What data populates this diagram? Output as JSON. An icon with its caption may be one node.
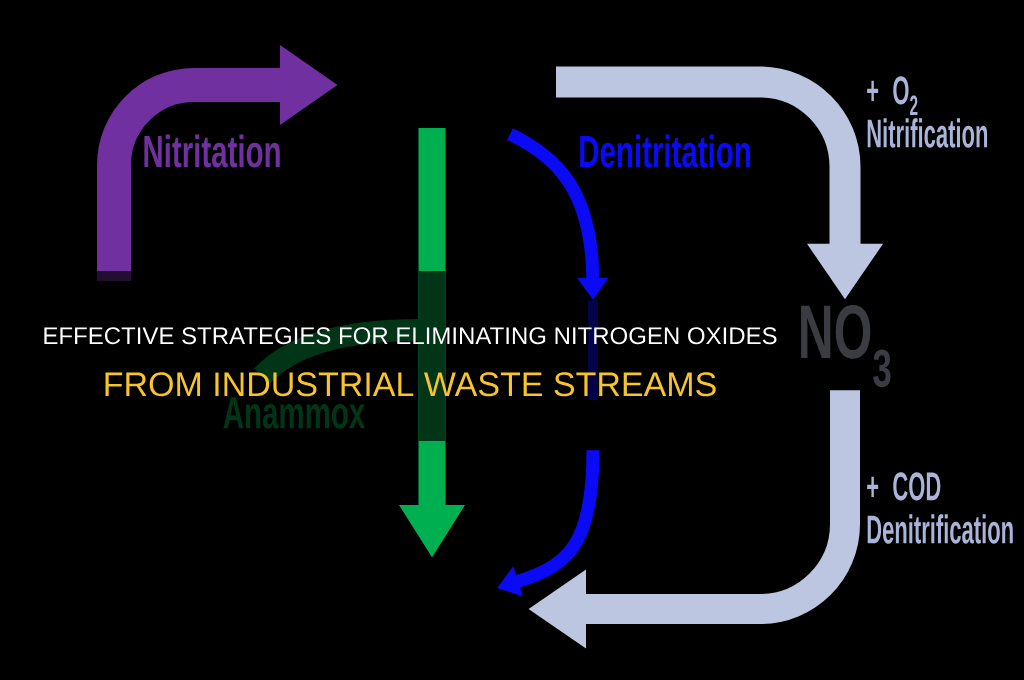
{
  "diagram": {
    "title": "EFFECTIVE STRATEGIES FOR ELIMINATING NITROGEN OXIDES",
    "caption": "FROM INDUSTRIAL WASTE STREAMS",
    "nodes": [
      {
        "text": [
          "NO$_{3}$"
        ]
      },
      {
        "text": [],
        "shape": "bar"
      }
    ],
    "edges": [
      {
        "from": null,
        "to": 0,
        "arrow": "to",
        "label": "+ O$_{2}$ Nitrification",
        "style": "thick"
      },
      {
        "from": null,
        "to": 1,
        "arrow": "to",
        "label": "Denitritation",
        "color": "#0a0af5"
      },
      {
        "from": 0,
        "to": null,
        "arrow": "to",
        "label": "+ COD Denitrification",
        "style": "thick"
      },
      {
        "from": 1,
        "to": null,
        "arrow": "to",
        "color": "#0a0af5"
      }
    ],
    "labels": [
      "Nitritation",
      "Anammox"
    ]
  }
}
